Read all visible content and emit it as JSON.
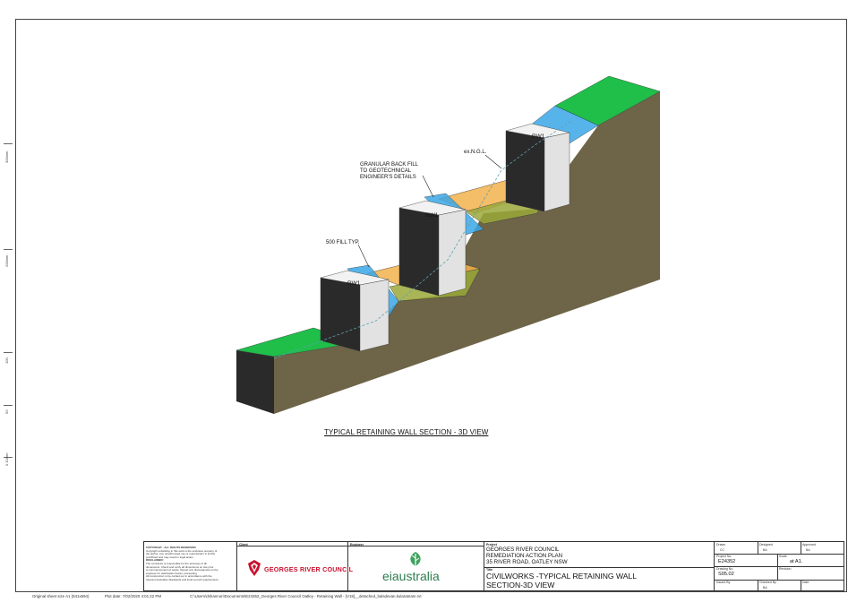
{
  "scale_bar": {
    "labels": [
      "300mm",
      "200mm",
      "100",
      "50",
      "0 10mm"
    ]
  },
  "drawing": {
    "wall_labels": [
      "RW1",
      "RW1",
      "RW1"
    ],
    "annotations": {
      "ngl": "ex.N.G.L.",
      "backfill": [
        "GRANULAR BACK FILL",
        "TO GEOTECHNICAL",
        "ENGINEER'S DETAILS"
      ],
      "fill": "500 FILL TYP."
    },
    "colors": {
      "grass": "#1fbf4a",
      "soil": "#6e6448",
      "wall_dark": "#2a2a2a",
      "wall_face": "#e2e2e2",
      "fill_orange": "#f2b24c",
      "fill_blue": "#3aa7e8",
      "fill_olive": "#9aa83a"
    }
  },
  "caption": "TYPICAL RETAINING WALL SECTION - 3D VIEW",
  "title_block": {
    "notes_heading": "COPYRIGHT - ALL RIGHTS RESERVED",
    "notes_lines": [
      "Copyright subsisting in this work is the exclusive property of",
      "the author. Any unauthorised use or reproduction is strictly",
      "prohibited and may result in legal action.",
      "DISCLAIMER:",
      "The contractor is responsible for the accuracy of all",
      "dimensions. Check and verify all dimensions on site prior",
      "to commencement of works. Report any discrepancies to the",
      "engineer for clarification before proceeding.",
      "All construction to be carried out in accordance with the",
      "relevant Australian Standards and local council requirements."
    ],
    "client_label": "Client",
    "client_name": "GEORGES RIVER COUNCIL",
    "engineer_label": "Engineer",
    "engineer_name": "eiaustralia",
    "project_label": "Project",
    "project_lines": [
      "GEORGES RIVER COUNCIL",
      "REMEDIATION ACTION PLAN",
      "35 RIVER ROAD, OATLEY NSW"
    ],
    "title_label": "Title",
    "title_lines": [
      "CIVILWORKS -TYPICAL RETAINING WALL",
      "SECTION-3D VIEW"
    ],
    "drawn_label": "Drawn",
    "drawn": "CC",
    "designed_label": "Designed",
    "designed": "BA",
    "approved_label": "Approved",
    "approved": "BA",
    "project_no_label": "Project No.",
    "project_no": "E24352",
    "scale_label": "Scale",
    "scale": "at A1.",
    "drawing_no_label": "Drawing No.",
    "drawing_no": "S05.02",
    "revision_label": "Revision",
    "issued_label": "Issued By",
    "checked_label": "Checked By",
    "checked": "BA",
    "date_label": "Date"
  },
  "footer": {
    "sheet_size": "Original sheet size A1 (841x594)",
    "plot_date": "Plot date:  7/02/2020 4:01:22 PM",
    "path": "C:\\Users\\dshannon\\Documents\\E24352_Georges River Council Oatley - Retaining Wall - [V19]__detached_balsdevan.kularatnam.rvt"
  }
}
